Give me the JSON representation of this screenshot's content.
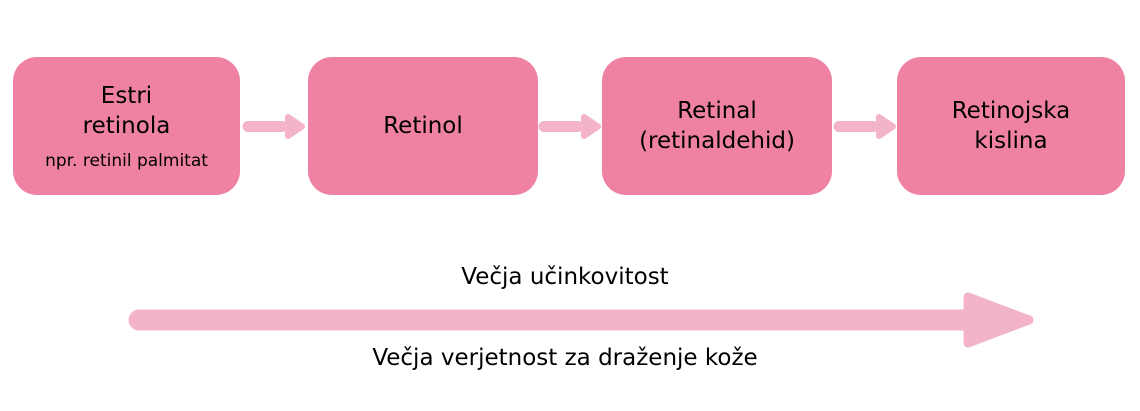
{
  "diagram": {
    "boxes": [
      {
        "title": "Estri\nretinola",
        "subtitle": "npr. retinil palmitat"
      },
      {
        "title": "Retinol"
      },
      {
        "title": "Retinal\n(retinaldehid)"
      },
      {
        "title": "Retinojska\nkislina"
      }
    ],
    "progression": {
      "top_label": "Večja učinkovitost",
      "bottom_label": "Večja verjetnost za draženje kože"
    },
    "colors": {
      "box_fill": "#EF82A2",
      "arrow_fill": "#F3B4CA",
      "text": "#000000",
      "background": "#FFFFFF"
    }
  }
}
